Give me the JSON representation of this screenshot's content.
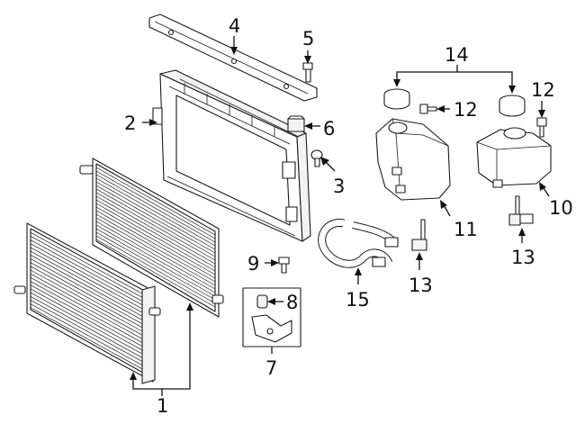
{
  "callouts": [
    {
      "id": "c1",
      "label": "1"
    },
    {
      "id": "c2",
      "label": "2"
    },
    {
      "id": "c3",
      "label": "3"
    },
    {
      "id": "c4",
      "label": "4"
    },
    {
      "id": "c5",
      "label": "5"
    },
    {
      "id": "c6",
      "label": "6"
    },
    {
      "id": "c7",
      "label": "7"
    },
    {
      "id": "c8",
      "label": "8"
    },
    {
      "id": "c9",
      "label": "9"
    },
    {
      "id": "c10",
      "label": "10"
    },
    {
      "id": "c11",
      "label": "11"
    },
    {
      "id": "c12a",
      "label": "12"
    },
    {
      "id": "c12b",
      "label": "12"
    },
    {
      "id": "c13a",
      "label": "13"
    },
    {
      "id": "c13b",
      "label": "13"
    },
    {
      "id": "c14",
      "label": "14"
    },
    {
      "id": "c15",
      "label": "15"
    }
  ]
}
